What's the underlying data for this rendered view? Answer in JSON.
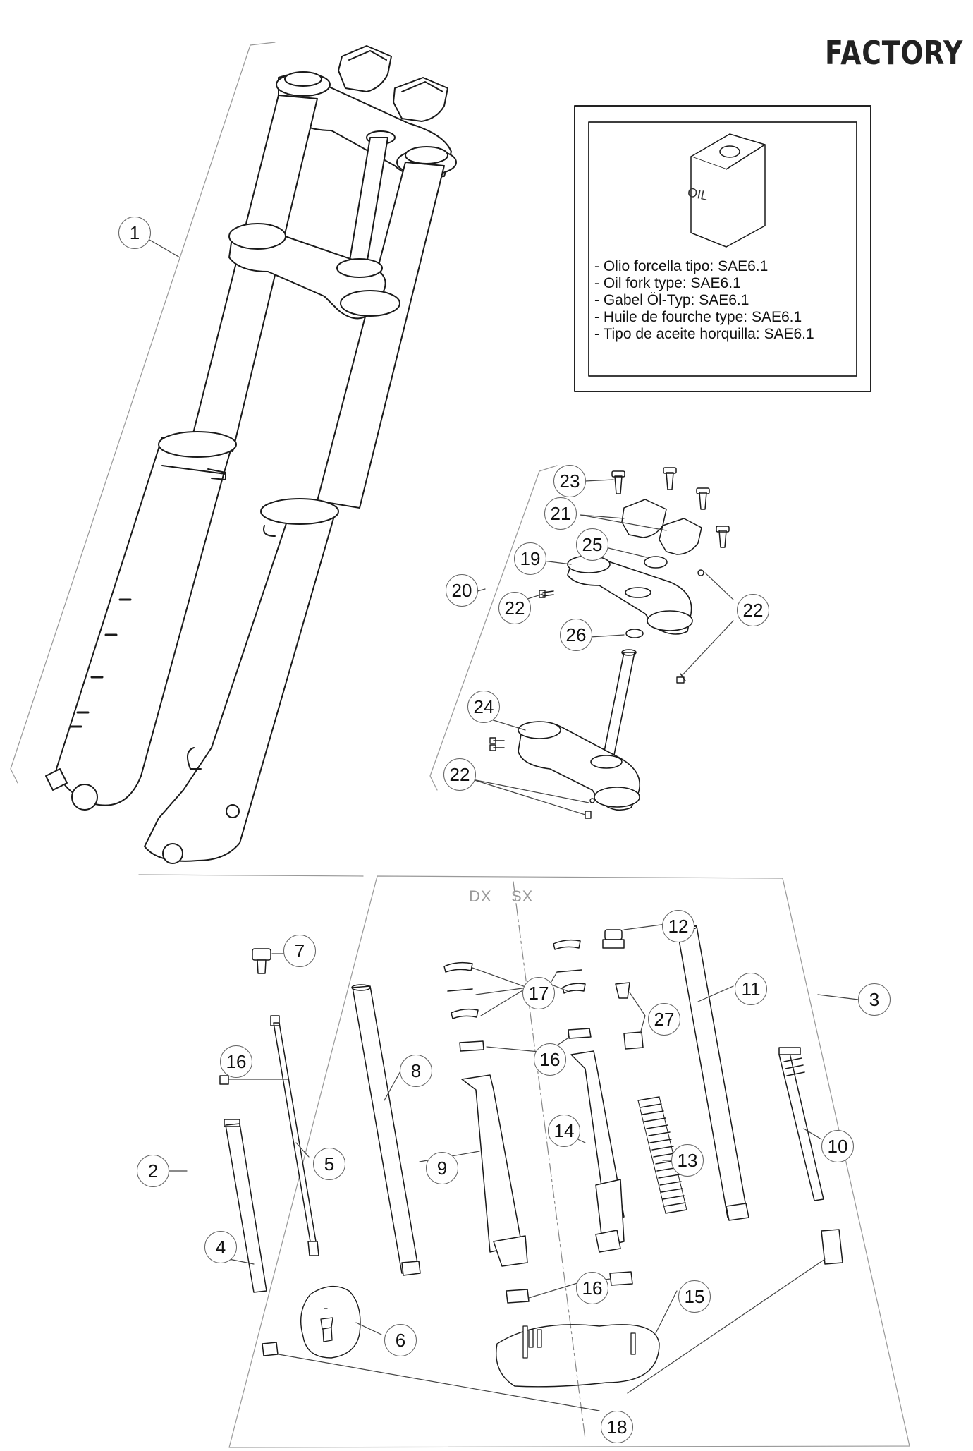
{
  "brand": "FACTORY",
  "oil_box": {
    "can_label": "OIL",
    "notes": [
      "- Olio forcella tipo: SAE6.1",
      "- Oil fork type: SAE6.1",
      "- Gabel Öl-Typ: SAE6.1",
      "- Huile de fourche type: SAE6.1",
      "- Tipo de aceite horquilla: SAE6.1"
    ]
  },
  "side_labels": {
    "right": "DX",
    "left": "SX"
  },
  "callouts": [
    {
      "n": "1"
    },
    {
      "n": "2"
    },
    {
      "n": "3"
    },
    {
      "n": "4"
    },
    {
      "n": "5"
    },
    {
      "n": "6"
    },
    {
      "n": "7"
    },
    {
      "n": "8"
    },
    {
      "n": "9"
    },
    {
      "n": "10"
    },
    {
      "n": "11"
    },
    {
      "n": "12"
    },
    {
      "n": "13"
    },
    {
      "n": "14"
    },
    {
      "n": "15"
    },
    {
      "n": "16"
    },
    {
      "n": "16"
    },
    {
      "n": "16"
    },
    {
      "n": "17"
    },
    {
      "n": "18"
    },
    {
      "n": "19"
    },
    {
      "n": "20"
    },
    {
      "n": "21"
    },
    {
      "n": "22"
    },
    {
      "n": "22"
    },
    {
      "n": "22"
    },
    {
      "n": "23"
    },
    {
      "n": "24"
    },
    {
      "n": "25"
    },
    {
      "n": "26"
    },
    {
      "n": "27"
    }
  ]
}
